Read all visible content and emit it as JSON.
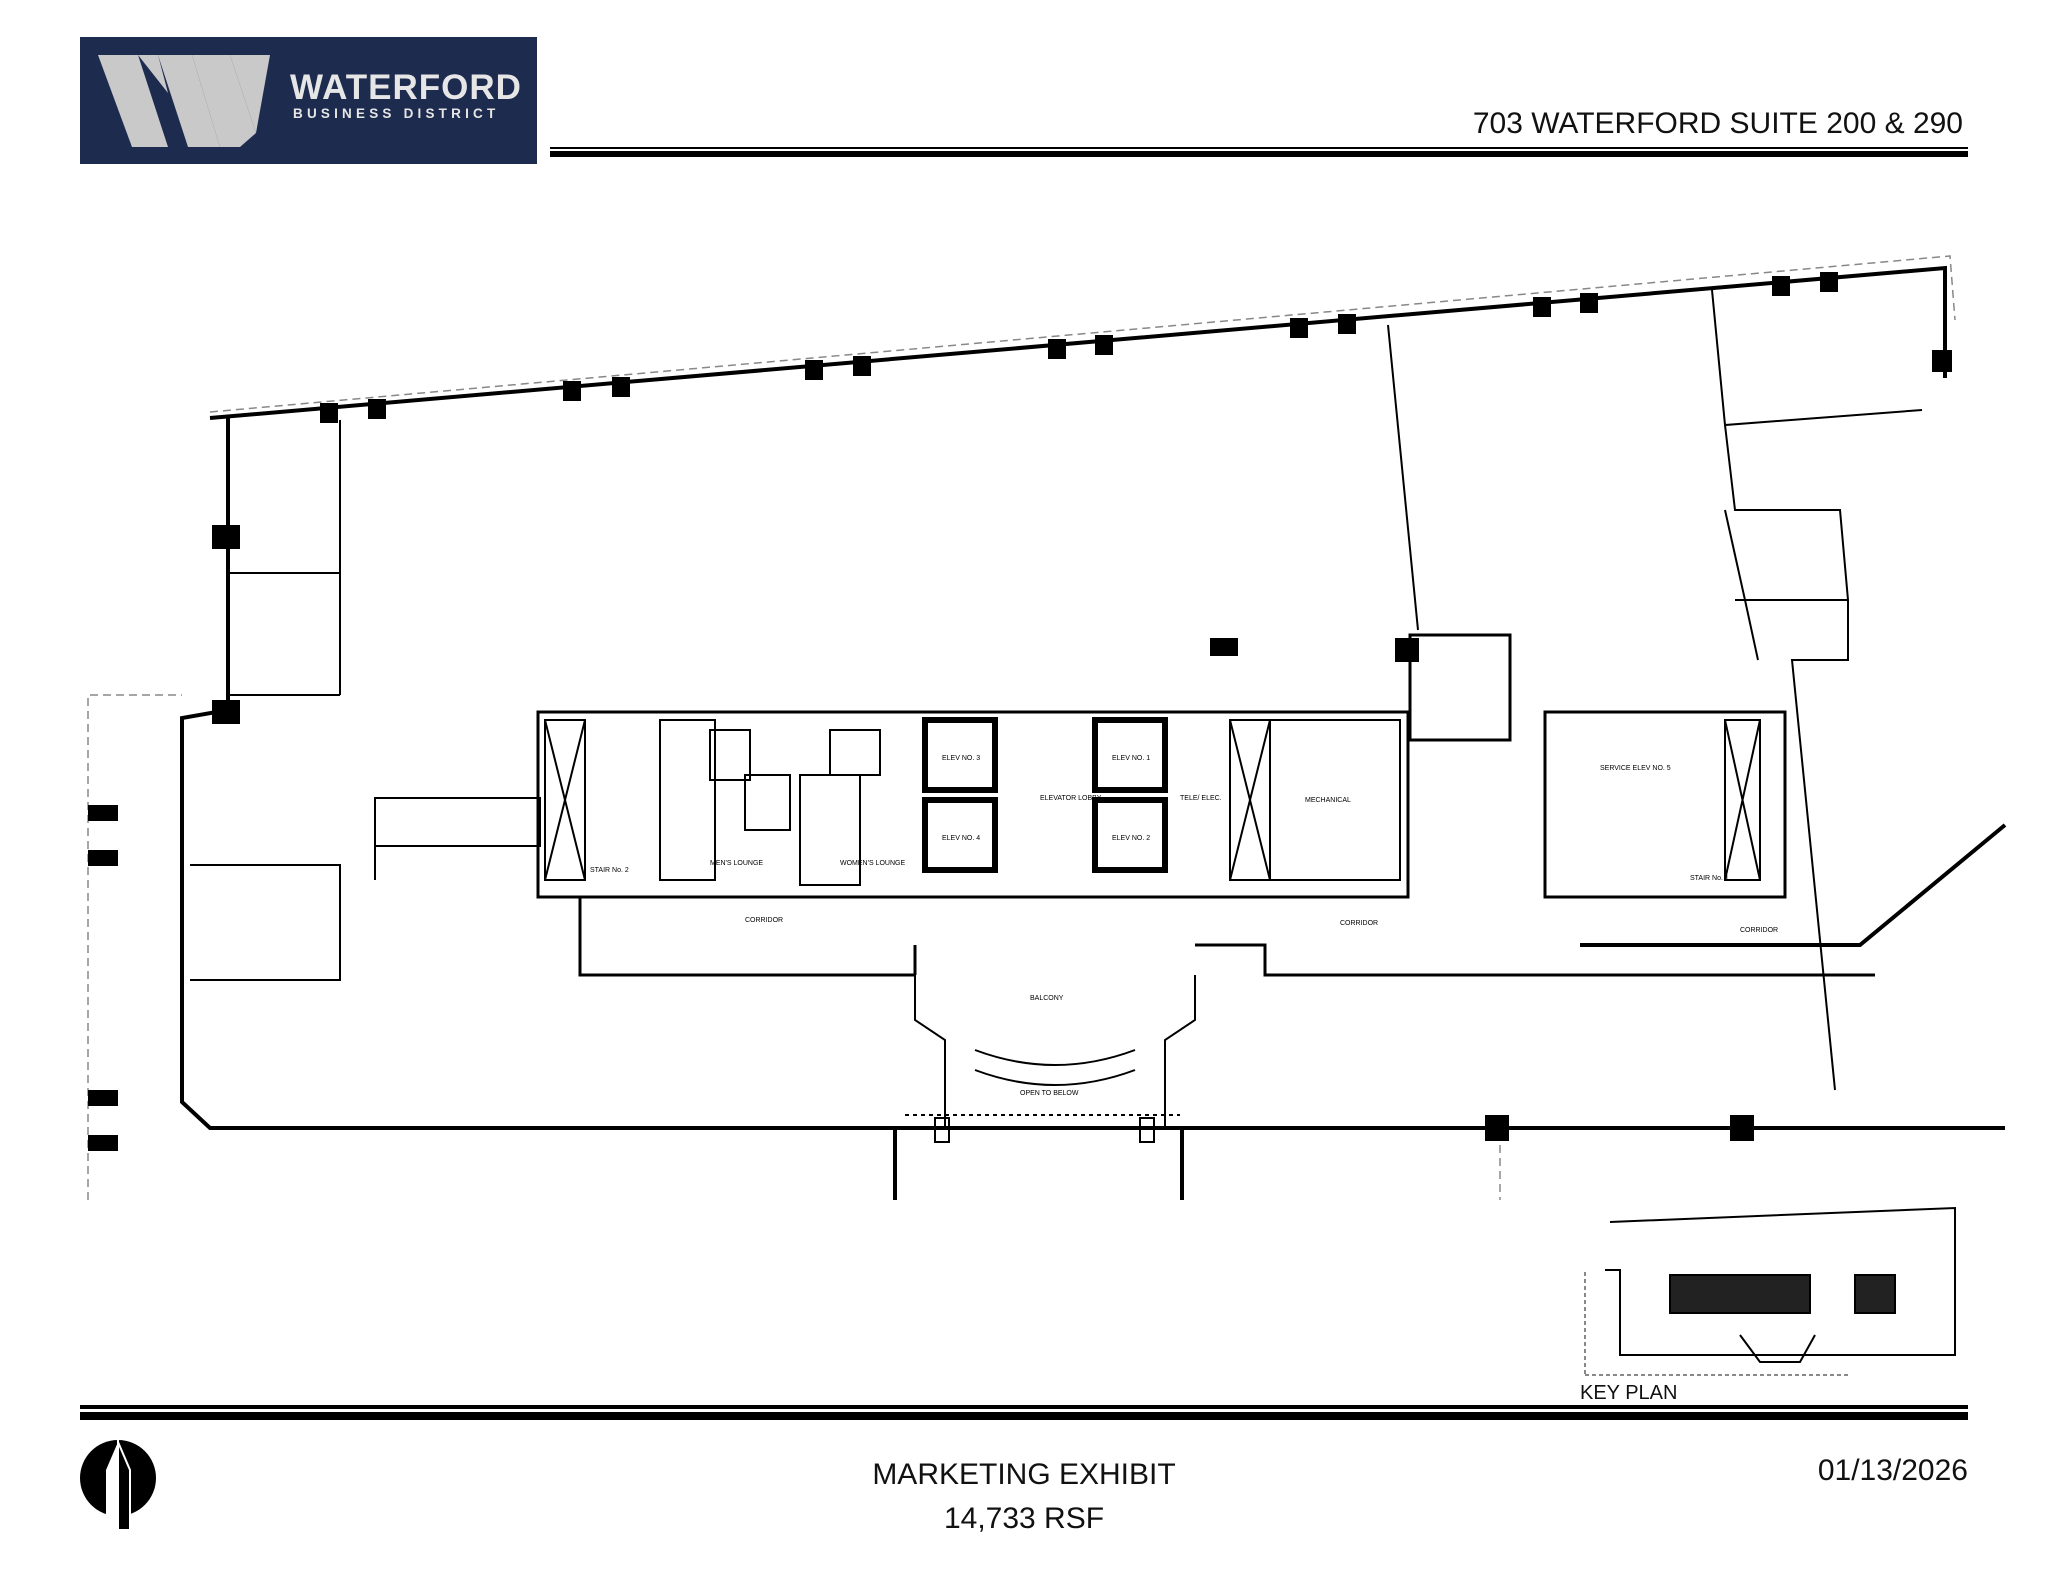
{
  "header": {
    "brand_name": "WATERFORD",
    "brand_subtitle": "BUSINESS DISTRICT",
    "address": "703 WATERFORD SUITE 200 & 290"
  },
  "footer": {
    "title": "MARKETING EXHIBIT",
    "area": "14,733 RSF",
    "date": "01/13/2026"
  },
  "key_plan": {
    "label": "KEY PLAN"
  },
  "plan_labels": {
    "elevator_lobby": "ELEVATOR LOBBY",
    "elev_1": "ELEV NO. 1",
    "elev_2": "ELEV NO. 2",
    "elev_3": "ELEV NO. 3",
    "elev_4": "ELEV NO. 4",
    "mechanical": "MECHANICAL",
    "tele_elec": "TELE/ ELEC.",
    "corridor": "CORRIDOR",
    "balcony": "BALCONY",
    "open_to_below": "OPEN TO BELOW",
    "womens_lounge": "WOMEN'S LOUNGE",
    "mens_lounge": "MEN'S LOUNGE",
    "stair_2": "STAIR No. 2",
    "stair_1": "STAIR No. 1",
    "service_elev": "SERVICE ELEV NO. 5"
  },
  "colors": {
    "brand_navy": "#1d2b4f",
    "brand_light": "#e6e6e6",
    "line": "#000000"
  }
}
